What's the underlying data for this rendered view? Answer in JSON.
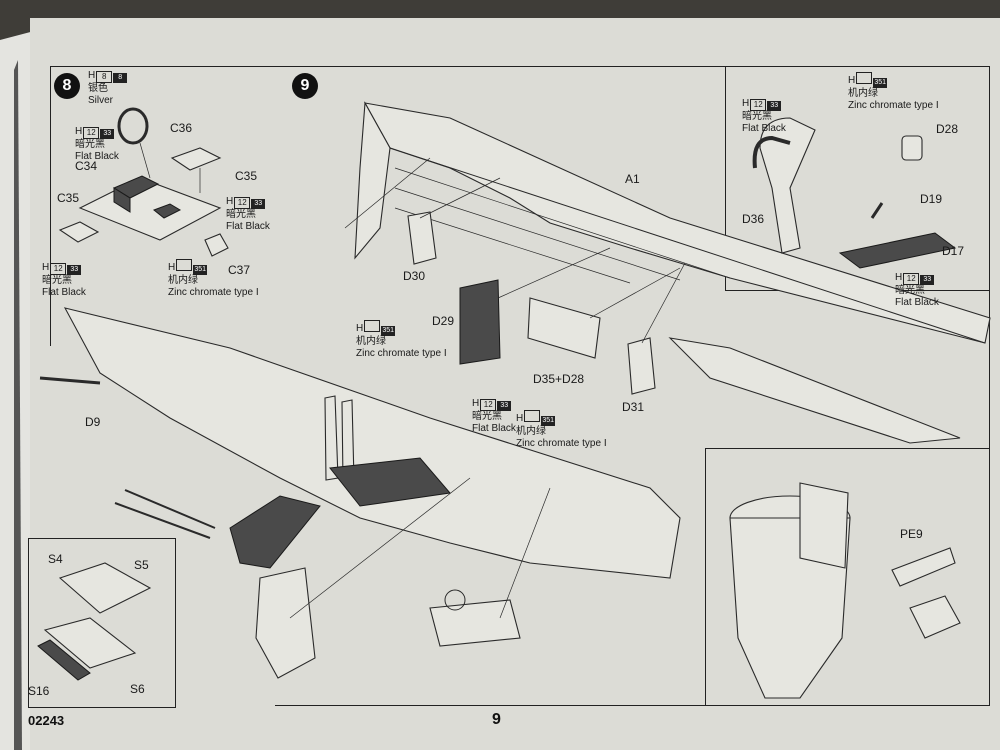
{
  "steps": [
    {
      "number": "8"
    },
    {
      "number": "9"
    }
  ],
  "labels": {
    "C36": "C36",
    "C35a": "C35",
    "C34": "C34",
    "C35b": "C35",
    "C37": "C37",
    "D9": "D9",
    "S4": "S4",
    "S5": "S5",
    "S16": "S16",
    "S6": "S6",
    "A1": "A1",
    "D30": "D30",
    "D29": "D29",
    "D35_D28": "D35+D28",
    "D31": "D31",
    "D28": "D28",
    "D36": "D36",
    "D19": "D19",
    "D17": "D17",
    "PE9": "PE9"
  },
  "paints": [
    {
      "code": "H",
      "box": "8",
      "num": "8",
      "cn": "银色",
      "en": "Silver"
    },
    {
      "code": "H",
      "box": "12",
      "num": "33",
      "cn": "暗光黑",
      "en": "Flat Black"
    },
    {
      "code": "H",
      "box": "12",
      "num": "33",
      "cn": "暗光黑",
      "en": "Flat Black"
    },
    {
      "code": "H",
      "box": "12",
      "num": "33",
      "cn": "暗光黑",
      "en": "Flat Black"
    },
    {
      "code": "H",
      "box": "",
      "num": "351",
      "cn": "机内绿",
      "en": "Zinc chromate type I"
    },
    {
      "code": "H",
      "box": "",
      "num": "351",
      "cn": "机内绿",
      "en": "Zinc chromate type I"
    },
    {
      "code": "H",
      "box": "12",
      "num": "33",
      "cn": "暗光黑",
      "en": "Flat Black"
    },
    {
      "code": "H",
      "box": "",
      "num": "351",
      "cn": "机内绿",
      "en": "Zinc chromate type I"
    },
    {
      "code": "H",
      "box": "",
      "num": "351",
      "cn": "机内绿",
      "en": "Zinc chromate type I"
    },
    {
      "code": "H",
      "box": "12",
      "num": "33",
      "cn": "暗光黑",
      "en": "Flat Black"
    },
    {
      "code": "H",
      "box": "12",
      "num": "33",
      "cn": "暗光黑",
      "en": "Flat Black"
    }
  ],
  "footer": {
    "kit_number": "02243",
    "page_number": "9"
  },
  "colors": {
    "page": "#dcdcd6",
    "ink": "#222222",
    "background": "#3f3d38"
  }
}
